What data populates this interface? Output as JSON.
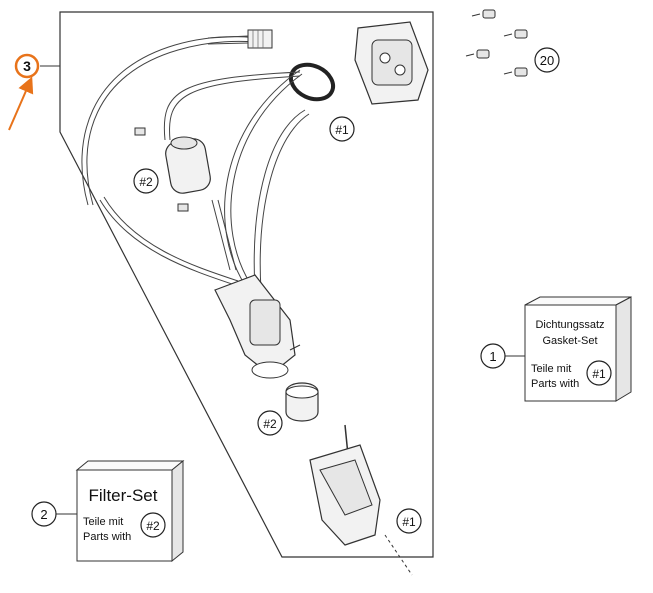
{
  "callouts": {
    "highlighted_item": "3",
    "screws_item": "20",
    "gasket_set_item": "1",
    "filter_set_item": "2",
    "ref_1": "#1",
    "ref_2": "#2"
  },
  "gasket_set_box": {
    "title_de": "Dichtungssatz",
    "title_en": "Gasket-Set",
    "parts_line1": "Teile mit",
    "parts_line2": "Parts with",
    "ref": "#1"
  },
  "filter_set_box": {
    "title": "Filter-Set",
    "parts_line1": "Teile mit",
    "parts_line2": "Parts with",
    "ref": "#2"
  },
  "colors": {
    "highlight": "#e8731a",
    "line": "#222222",
    "part_fill": "#f2f2f2",
    "box_side": "#e6e6e6"
  }
}
